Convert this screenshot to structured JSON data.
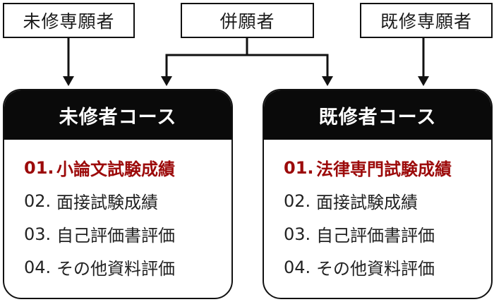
{
  "applicants": {
    "non_law": "未修専願者",
    "both": "併願者",
    "law": "既修専願者"
  },
  "courses": {
    "left": {
      "title": "未修者コース",
      "items": [
        {
          "num": "01.",
          "label": "小論文試験成績"
        },
        {
          "num": "02.",
          "label": "面接試験成績"
        },
        {
          "num": "03.",
          "label": "自己評価書評価"
        },
        {
          "num": "04.",
          "label": "その他資料評価"
        }
      ]
    },
    "right": {
      "title": "既修者コース",
      "items": [
        {
          "num": "01.",
          "label": "法律専門試験成績"
        },
        {
          "num": "02.",
          "label": "面接試験成績"
        },
        {
          "num": "03.",
          "label": "自己評価書評価"
        },
        {
          "num": "04.",
          "label": "その他資料評価"
        }
      ]
    }
  },
  "colors": {
    "accent_red": "#9c0a0a",
    "header_black": "#0a0a0a"
  }
}
